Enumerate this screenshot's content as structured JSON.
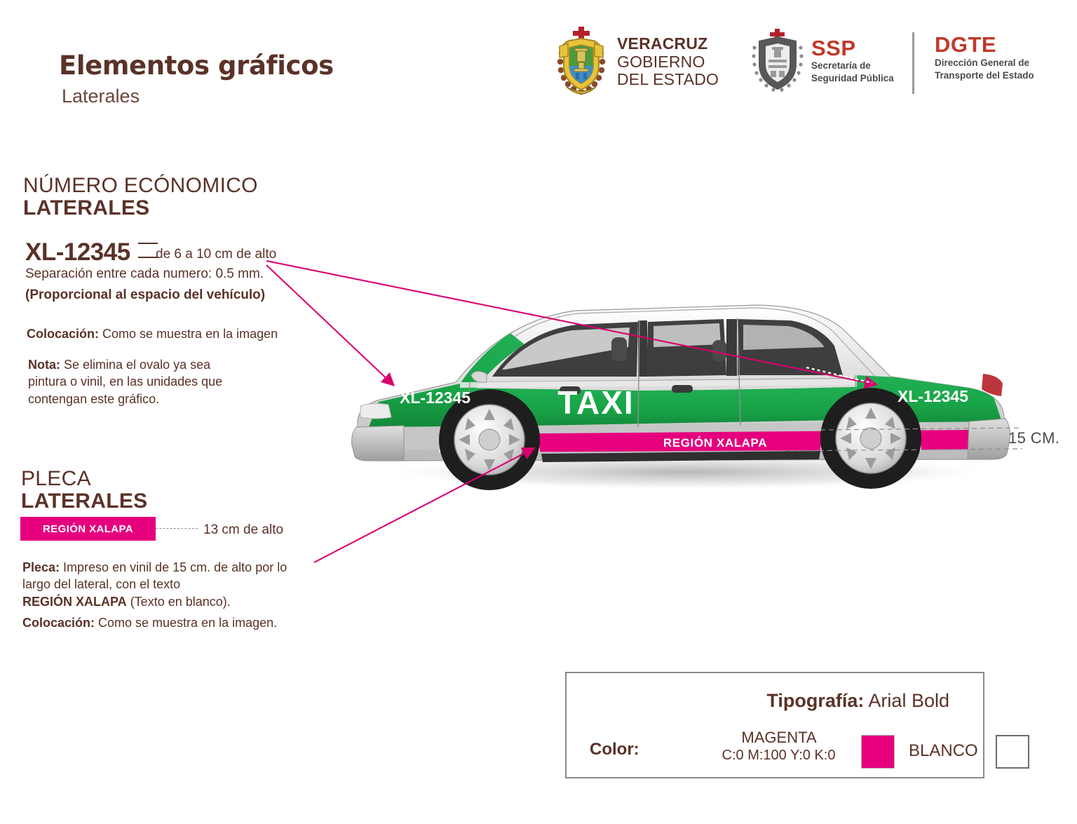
{
  "header": {
    "title": "Elementos gráficos",
    "subtitle": "Laterales",
    "logos": {
      "veracruz": {
        "line1": "VERACRUZ",
        "line2": "GOBIERNO",
        "line3": "DEL ESTADO",
        "emblem": "veracruz-coat-of-arms"
      },
      "ssp": {
        "acronym": "SSP",
        "sub_line1": "Secretaría de",
        "sub_line2": "Seguridad Pública",
        "emblem": "ssp-shield"
      },
      "dgte": {
        "acronym": "DGTE",
        "sub_line1": "Dirección General de",
        "sub_line2": "Transporte del Estado"
      }
    }
  },
  "sections": {
    "numero_economico": {
      "title_line1": "NÚMERO ECÓNOMICO",
      "title_line2": "LATERALES",
      "sample_number": "XL-12345",
      "height_note": "de 6 a 10 cm de alto",
      "separation_note": "Separación entre cada numero: 0.5 mm.",
      "proportional_note": "(Proporcional al espacio del vehículo)",
      "colocacion_label": "Colocación:",
      "colocacion_text": " Como se muestra en la imagen",
      "nota_label": "Nota:",
      "nota_text": " Se elimina el ovalo ya sea pintura o vinil, en las unidades que contengan este gráfico."
    },
    "pleca": {
      "title_line1": "PLECA",
      "title_line2": "LATERALES",
      "swatch_text": "REGIÓN XALAPA",
      "dimension_label": "13 cm de alto",
      "desc_label": "Pleca:",
      "desc_text_1": " Impreso en vinil de 15 cm. de alto por lo largo del lateral, con el texto",
      "desc_bold_2": "REGIÓN XALAPA",
      "desc_text_2": " (Texto en blanco).",
      "colocacion_label": "Colocación:",
      "colocacion_text": " Como se muestra en la imagen."
    }
  },
  "vehicle": {
    "front_number": "XL-12345",
    "rear_number": "XL-12345",
    "door_text": "TAXI",
    "stripe_text": "REGIÓN XALAPA",
    "dimension_callout": "15 CM.",
    "colors": {
      "green": "#19A347",
      "magenta": "#E6007E",
      "body_silver": "#D6D6D6",
      "white": "#FFFFFF"
    }
  },
  "spec_box": {
    "typography_label": "Tipografía:",
    "typography_value": " Arial Bold",
    "color_label": "Color:",
    "magenta_name": "MAGENTA",
    "magenta_cmyk": "C:0 M:100 Y:0 K:0",
    "magenta_hex": "#E6007E",
    "blanco_name": "BLANCO",
    "blanco_hex": "#FFFFFF"
  },
  "theme": {
    "text_brown": "#5A3228",
    "accent_magenta": "#E6007E",
    "logo_red": "#C0392B",
    "shield_gray": "#58585B"
  }
}
